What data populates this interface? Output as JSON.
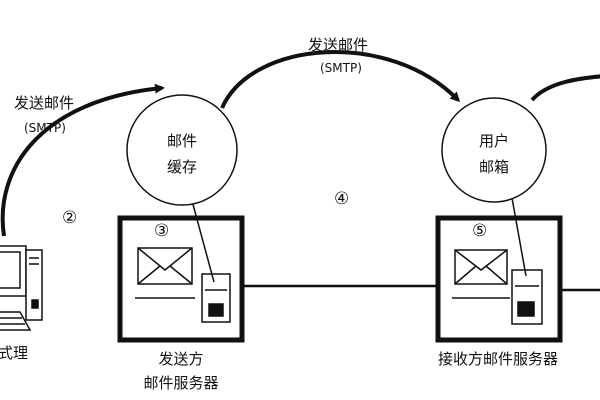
{
  "labels": {
    "send_top": "发送邮件",
    "smtp_top": "(SMTP)",
    "send_left": "发送邮件",
    "smtp_left": "(SMTP)",
    "cache_line1": "邮件",
    "cache_line2": "缓存",
    "mailbox_line1": "用户",
    "mailbox_line2": "邮箱",
    "step2": "②",
    "step3": "③",
    "step4": "④",
    "step5": "⑤",
    "agent_fragment": "式理",
    "sender_line1": "发送方",
    "sender_line2": "邮件服务器",
    "receiver": "接收方邮件服务器"
  },
  "icons": [
    "computer-icon",
    "envelope-icon",
    "server-tower-icon"
  ]
}
